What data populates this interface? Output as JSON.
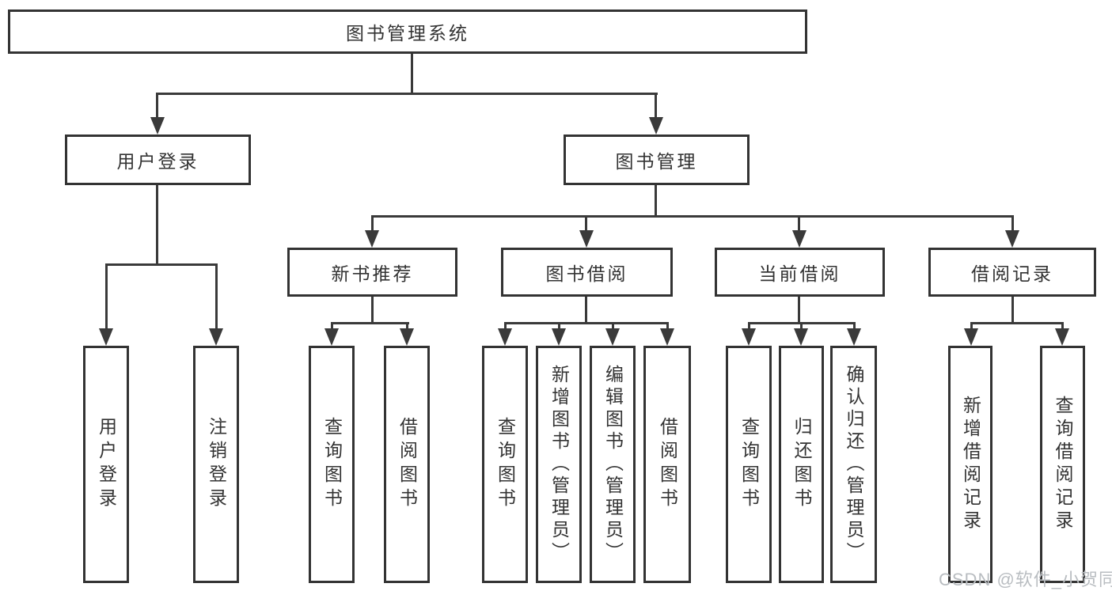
{
  "tree": {
    "label": "图书管理系统",
    "children": [
      {
        "label": "用户登录",
        "children": [
          {
            "label": "用户登录"
          },
          {
            "label": "注销登录"
          }
        ]
      },
      {
        "label": "图书管理",
        "children": [
          {
            "label": "新书推荐",
            "children": [
              {
                "label": "查询图书"
              },
              {
                "label": "借阅图书"
              }
            ]
          },
          {
            "label": "图书借阅",
            "children": [
              {
                "label": "查询图书"
              },
              {
                "label": "新增图书（管理员）"
              },
              {
                "label": "编辑图书（管理员）"
              },
              {
                "label": "借阅图书"
              }
            ]
          },
          {
            "label": "当前借阅",
            "children": [
              {
                "label": "查询图书"
              },
              {
                "label": "归还图书"
              },
              {
                "label": "确认归还（管理员）"
              }
            ]
          },
          {
            "label": "借阅记录",
            "children": [
              {
                "label": "新增借阅记录"
              },
              {
                "label": "查询借阅记录"
              }
            ]
          }
        ]
      }
    ]
  },
  "watermark": {
    "text": "CSDN @软件_小贺同学"
  },
  "colors": {
    "line": "#3a3a3a",
    "border": "#333333",
    "text": "#333333",
    "watermark": "#b9bdc1",
    "background": "#ffffff"
  }
}
